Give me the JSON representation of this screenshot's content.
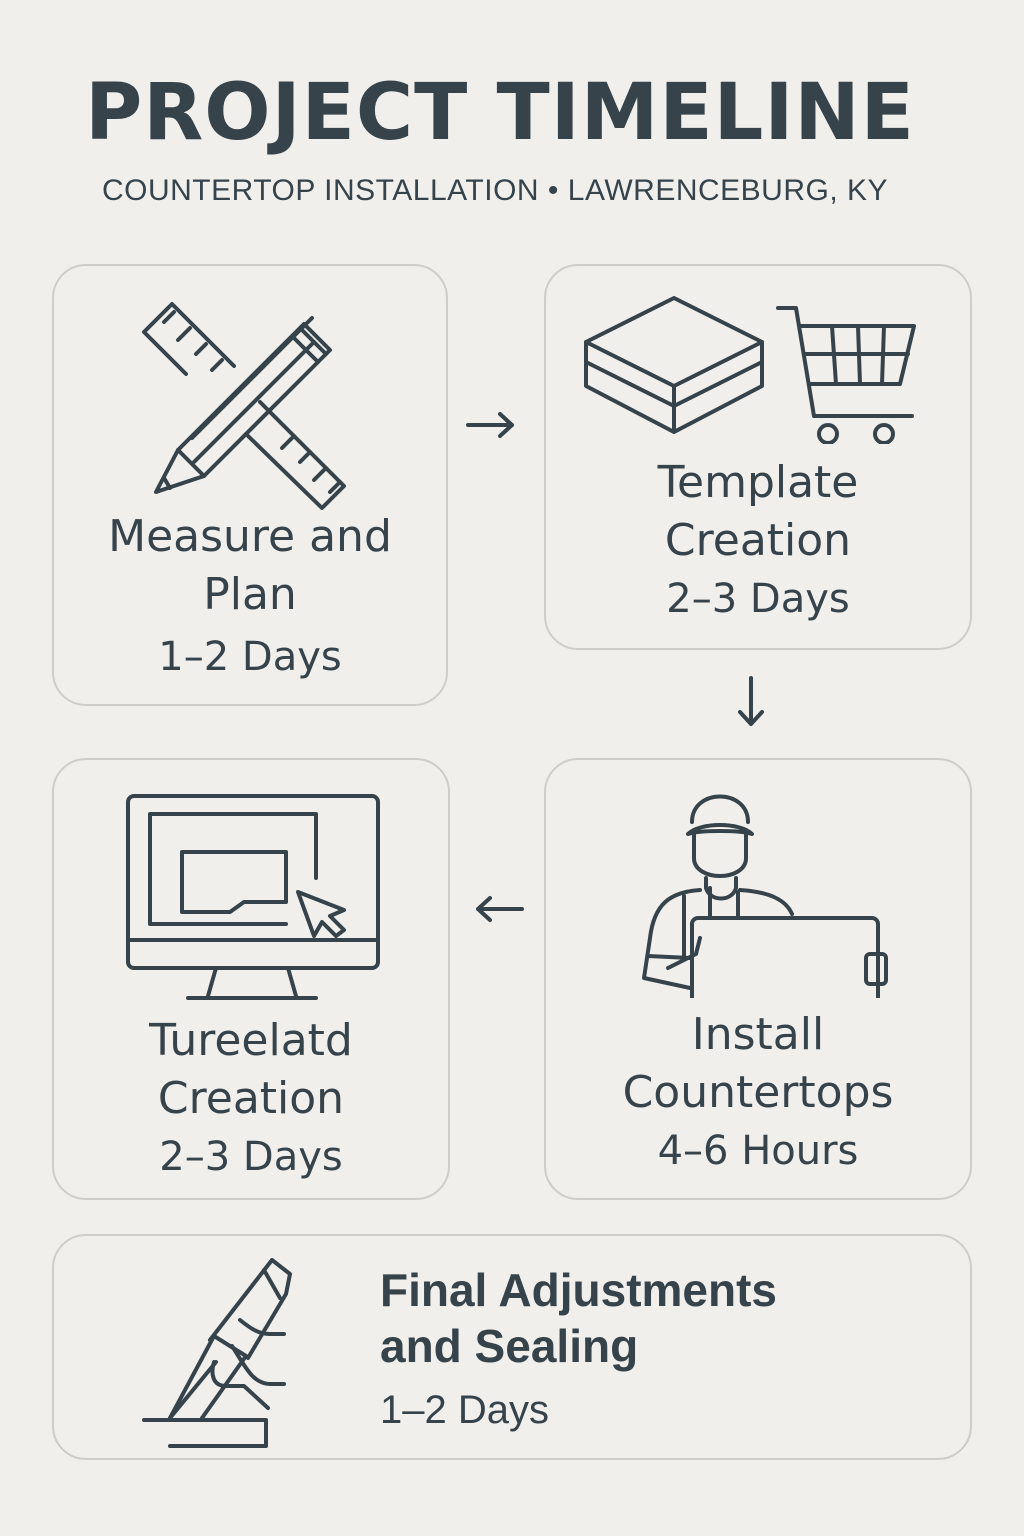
{
  "header": {
    "title": "PROJECT TIMELINE",
    "subtitle": "COUNTERTOP INSTALLATION • LAWRENCEBURG, KY"
  },
  "colors": {
    "background": "#f1efec",
    "ink": "#36434b",
    "card_border": "#cfcdca"
  },
  "steps": [
    {
      "name_line1": "Measure and",
      "name_line2": "Plan",
      "duration": "1–2 Days",
      "icon": "ruler-pencil-icon"
    },
    {
      "name_line1": "Template",
      "name_line2": "Creation",
      "duration": "2–3 Days",
      "icon": "slabs-and-cart-icon"
    },
    {
      "name_line1": "Tureelatd",
      "name_line2": "Creation",
      "duration": "2–3 Days",
      "icon": "monitor-cursor-icon"
    },
    {
      "name_line1": "Install",
      "name_line2": "Countertops",
      "duration": "4–6 Hours",
      "icon": "worker-holding-slab-icon"
    },
    {
      "name_line1": "Final Adjustments",
      "name_line2": "and Sealing",
      "duration": "1–2 Days",
      "icon": "caulk-gun-hand-icon"
    }
  ],
  "arrows": [
    {
      "from": "Measure and Plan",
      "to": "Template Creation",
      "direction": "right",
      "glyph": "→"
    },
    {
      "from": "Template Creation",
      "to": "Install Countertops",
      "direction": "down",
      "glyph": "↓"
    },
    {
      "from": "Install Countertops",
      "to": "Tureelatd Creation",
      "direction": "left",
      "glyph": "←"
    }
  ]
}
